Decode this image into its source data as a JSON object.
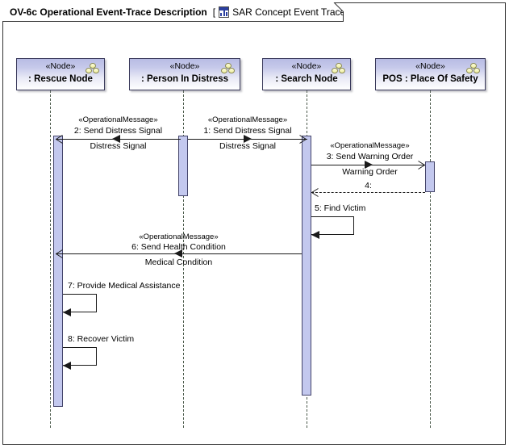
{
  "frame": {
    "title": "OV-6c Operational Event-Trace Description",
    "bracket_open": "[",
    "bracket_close": "]",
    "diagram_name": "SAR Concept Event Trace",
    "icon": "event-trace-diagram-icon"
  },
  "colors": {
    "head_fill_top": "#b8bce4",
    "head_fill_bottom": "#ffffff",
    "head_border": "#3b3b5c",
    "activation_fill": "#c3c8ee",
    "activation_border": "#44446a",
    "lifeline_dash": "#4b5a4b",
    "message_line": "#1a1a1a",
    "node_icon_fill": "#ededa0",
    "title_icon_blue": "#2b3fa0"
  },
  "lifelines": [
    {
      "id": "rescue",
      "stereotype": "«Node»",
      "name": ": Rescue Node",
      "icon": "node-icon"
    },
    {
      "id": "person",
      "stereotype": "«Node»",
      "name": ": Person In Distress",
      "icon": "node-icon"
    },
    {
      "id": "search",
      "stereotype": "«Node»",
      "name": ": Search Node",
      "icon": "node-icon"
    },
    {
      "id": "pos",
      "stereotype": "«Node»",
      "name": "POS : Place Of Safety",
      "icon": "node-icon"
    }
  ],
  "messages": [
    {
      "number": "1",
      "stereotype": "«OperationalMessage»",
      "label": "1: Send Distress Signal",
      "signal": "Distress Signal",
      "from": "person",
      "to": "search",
      "direction": "right",
      "style": "solid"
    },
    {
      "number": "2",
      "stereotype": "«OperationalMessage»",
      "label": "2: Send Distress Signal",
      "signal": "Distress Signal",
      "from": "person",
      "to": "rescue",
      "direction": "left",
      "style": "solid"
    },
    {
      "number": "3",
      "stereotype": "«OperationalMessage»",
      "label": "3: Send Warning Order",
      "signal": "Warning Order",
      "from": "search",
      "to": "pos",
      "direction": "right",
      "style": "solid"
    },
    {
      "number": "4",
      "stereotype": "",
      "label": "4:",
      "signal": "",
      "from": "pos",
      "to": "search",
      "direction": "left",
      "style": "dashed"
    },
    {
      "number": "5",
      "stereotype": "",
      "label": "5: Find Victim",
      "signal": "",
      "from": "search",
      "to": "search",
      "direction": "self",
      "style": "solid"
    },
    {
      "number": "6",
      "stereotype": "«OperationalMessage»",
      "label": "6: Send Health Condition",
      "signal": "Medical Condition",
      "from": "search",
      "to": "rescue",
      "direction": "left",
      "style": "solid"
    },
    {
      "number": "7",
      "stereotype": "",
      "label": "7: Provide Medical Assistance",
      "signal": "",
      "from": "rescue",
      "to": "rescue",
      "direction": "self",
      "style": "solid"
    },
    {
      "number": "8",
      "stereotype": "",
      "label": "8: Recover Victim",
      "signal": "",
      "from": "rescue",
      "to": "rescue",
      "direction": "self",
      "style": "solid"
    }
  ]
}
